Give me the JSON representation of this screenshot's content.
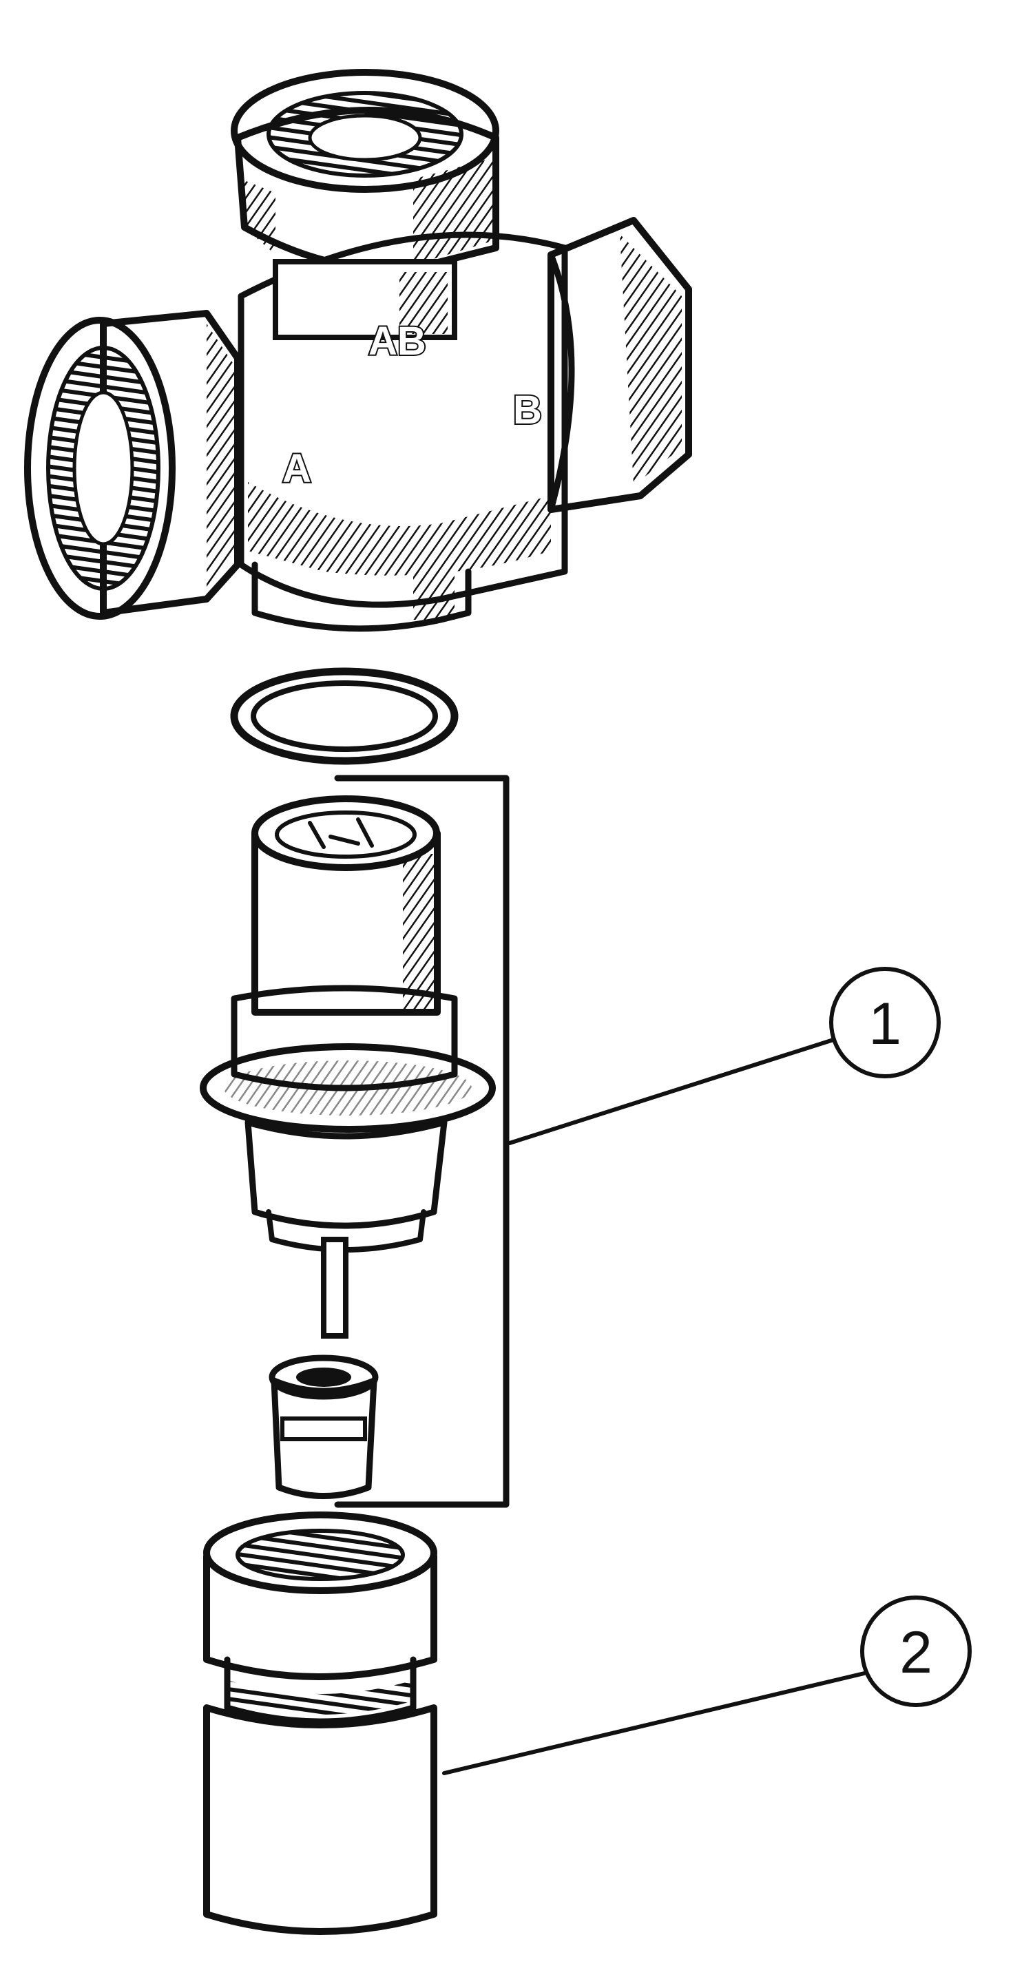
{
  "diagram": {
    "port_labels": {
      "inlet_a": "A",
      "outlet_ab": "AB",
      "outlet_b": "B"
    },
    "callouts": [
      {
        "id": "valve-insert",
        "number": "1"
      },
      {
        "id": "adjuster-nut",
        "number": "2"
      }
    ]
  }
}
